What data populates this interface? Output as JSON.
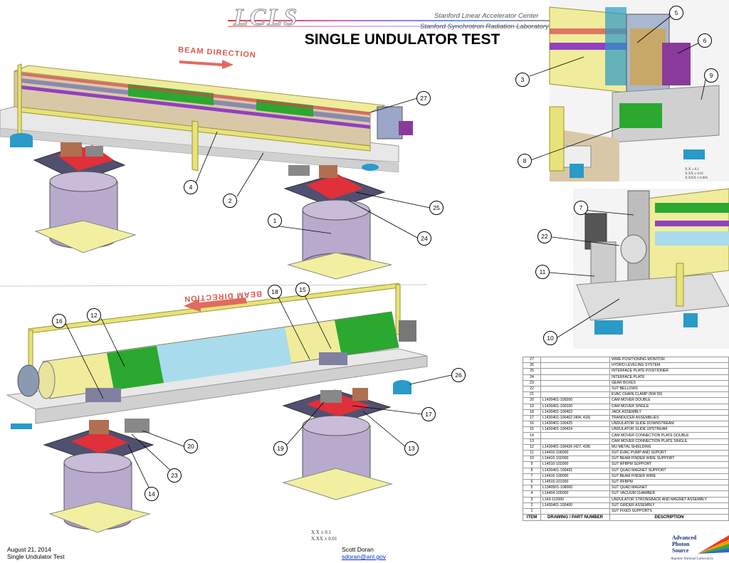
{
  "header": {
    "logo_text": "LCLS",
    "institution_1": "Stanford Linear Accelerator Center",
    "institution_2": "Stanford Synchrotron Radiation Laboratory",
    "title": "SINGLE UNDULATOR TEST"
  },
  "beam_direction_label": "BEAM DIRECTION",
  "callouts": [
    "1",
    "2",
    "3",
    "4",
    "5",
    "6",
    "7",
    "8",
    "9",
    "10",
    "11",
    "12",
    "13",
    "14",
    "15",
    "16",
    "17",
    "18",
    "19",
    "20",
    "22",
    "23",
    "24",
    "25",
    "26",
    "27"
  ],
  "bom": {
    "headers": [
      "ITEM",
      "DRAWING / PART NUMBER",
      "DESCRIPTION"
    ],
    "rows": [
      [
        "27",
        "",
        "WIRE POSITIONING MONITOR"
      ],
      [
        "26",
        "",
        "HYDRO LEVELING SYSTEM"
      ],
      [
        "25",
        "",
        "INTERFACE PLATE POSITIONER"
      ],
      [
        "24",
        "",
        "INTERFACE PLATE"
      ],
      [
        "23",
        "",
        "GEAR BOXES"
      ],
      [
        "22",
        "",
        "SUT BELLOWS"
      ],
      [
        "21",
        "",
        "EVAC CHAIN CLAMP (NW 50)"
      ],
      [
        "20",
        "L1430401-109200",
        "CAM MOVER DOUBLE"
      ],
      [
        "19",
        "L1430401-100100",
        "CAM MOVER SINGLE"
      ],
      [
        "18",
        "L1430401-100402",
        "JACK ASSEMBLY"
      ],
      [
        "17",
        "L1430401-100402 (404, 416)",
        "TRANDUCER ASSEMBLIES"
      ],
      [
        "16",
        "L1430401-100425",
        "UNDULATOR SLIDE DOWNSTREAM"
      ],
      [
        "15",
        "L1430401-100424",
        "UNDULATOR SLIDE UPSTREAM"
      ],
      [
        "14",
        "",
        "CAM MOVER CONNECTION PLATE DOUBLE"
      ],
      [
        "13",
        "",
        "CAM MOVER CONNECTION PLATE SINGLE"
      ],
      [
        "12",
        "L1430401-100426 (427, 428)",
        "MU METAL SHIELDING"
      ],
      [
        "11",
        "L14416-106000",
        "SUT EVAC PUMP AND SUPORT"
      ],
      [
        "10",
        "L14416-102000",
        "SUT BEAM FINDER WIRE SUPPORT"
      ],
      [
        "9",
        "L14510-102000",
        "SUT RFBPM SUPPORT"
      ],
      [
        "8",
        "L1430401-100431",
        "SUT QUAD MAGNET SUPPORT"
      ],
      [
        "7",
        "L14416-100000",
        "SUT BEAM FINDER WIRE"
      ],
      [
        "6",
        "L14515-101000",
        "SUT RFBPM"
      ],
      [
        "5",
        "L1340501-108000",
        "SUT QUAD MAGNET"
      ],
      [
        "4",
        "L14404-100000",
        "SUT VACUUM CHAMBER"
      ],
      [
        "3",
        "L143-112000",
        "UNDULATOR STRONGBACK AND MAGNET ASSEMBLY"
      ],
      [
        "2",
        "L1430401-100400",
        "SUT GIRDER ASSEMBLY"
      ],
      [
        "1",
        "",
        "SUT FIXED SUPPORTS"
      ]
    ]
  },
  "tolerance_small": [
    "X.X   ± 0.1",
    "X.XX   ± 0.01",
    "X.XXX  ± 0.005"
  ],
  "tolerance_main": [
    "X.X    ± 0.1",
    "X.XX   ± 0.01"
  ],
  "footer": {
    "date": "August 21, 2014",
    "subtitle": "Single Undulator Test",
    "author": "Scott Doran",
    "email": "sdoran@anl.gov"
  },
  "aps_logo": {
    "line1": "Advanced",
    "line2": "Photon",
    "line3": "Source",
    "lab": "Argonne National Laboratory"
  },
  "colors": {
    "beam_direction": "#d85a4e",
    "girder_yellow": "#e8e27a",
    "green": "#2aa830",
    "light_blue": "#a8dcec",
    "support_purple": "#b0a4c8",
    "red_plate": "#e0303a",
    "pedestal_base": "#f2f0a0"
  }
}
